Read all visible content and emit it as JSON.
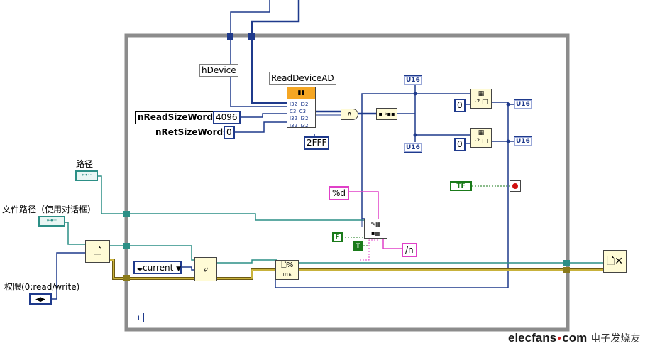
{
  "diagram": {
    "subvi_label": "ReadDeviceAD",
    "hdevice_label": "hDevice",
    "nread_label": "nReadSizeWords",
    "nret_label": "nRetSizeWords",
    "const_4096": "4096",
    "const_0_a": "0",
    "const_2fff": "2FFF",
    "u16_top": "U16",
    "u16_mid": "U16",
    "u16_out_top": "U16",
    "u16_out_bottom": "U16",
    "const_0_out_top": "0",
    "const_0_out_bottom": "0",
    "format_string": "%d",
    "newline_string": "/n",
    "bool_f": "F",
    "bool_t": "T",
    "tf_indicator": "TF",
    "path_label": "路径",
    "filepath_label": "文件路径（使用对话框）",
    "permission_label": "权限(0:read/write)",
    "enum_value": "current",
    "loop_iteration": "i",
    "watermark_site": "elecfans",
    "watermark_dot": "•",
    "watermark_com": "com",
    "watermark_cn": "电子发烧友"
  },
  "colors": {
    "numeric_wire": "#1f3a8c",
    "string_wire": "#e040c8",
    "path_wire": "#2c8f86",
    "boolean_wire": "#1a7a1a",
    "loop_frame": "#8c8c8c",
    "error_wire": "#b8a030",
    "watermark_red": "#d62020"
  }
}
